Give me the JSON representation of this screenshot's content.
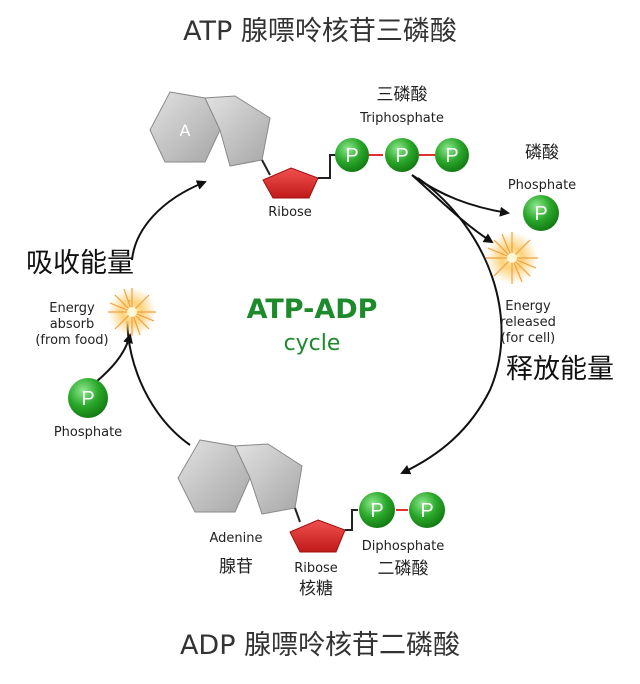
{
  "title_top": "ATP 腺嘌呤核苷三磷酸",
  "title_bottom": "ADP 腺嘌呤核苷二磷酸",
  "center": {
    "line1": "ATP-ADP",
    "line2": "cycle"
  },
  "atp": {
    "adenine_letter": "A",
    "ribose": "Ribose",
    "triphosphate_cn": "三磷酸",
    "triphosphate_en": "Triphosphate",
    "p_labels": [
      "P",
      "P",
      "P"
    ]
  },
  "released_phosphate": {
    "cn": "磷酸",
    "en": "Phosphate",
    "p": "P"
  },
  "energy_release": {
    "line1": "Energy",
    "line2": "released",
    "line3": "(for cell)",
    "cn": "释放能量"
  },
  "energy_absorb": {
    "line1": "Energy",
    "line2": "absorb",
    "line3": "(from food)",
    "cn": "吸收能量"
  },
  "input_phosphate": {
    "en": "Phosphate",
    "p": "P"
  },
  "adp": {
    "adenine": "Adenine",
    "adenine_cn": "腺苷",
    "ribose": "Ribose",
    "ribose_cn": "核糖",
    "diphosphate_en": "Diphosphate",
    "diphosphate_cn": "二磷酸",
    "p_labels": [
      "P",
      "P"
    ]
  },
  "colors": {
    "phosphate_green": "#2aa82a",
    "ribose_red": "#e0242a",
    "hexagon_gray": "#bcbcbc",
    "center_green": "#1d8a2c",
    "burst_orange": "#f0a040"
  }
}
